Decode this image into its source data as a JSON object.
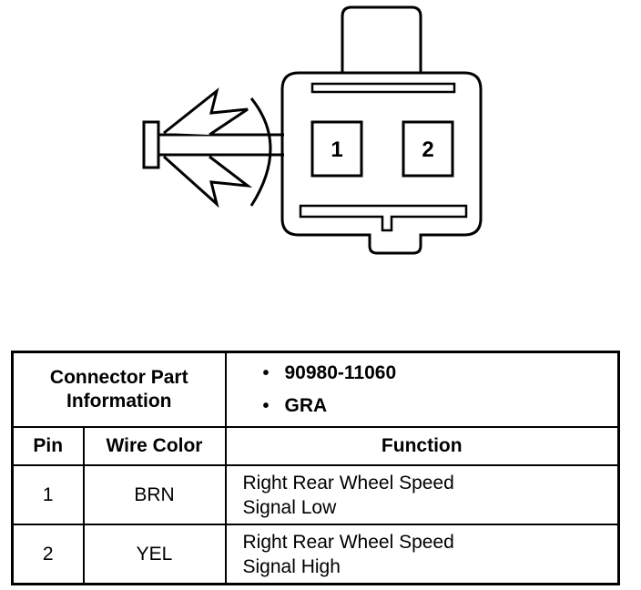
{
  "connector": {
    "pin_labels": [
      "1",
      "2"
    ]
  },
  "part_info": {
    "header_line1": "Connector Part",
    "header_line2": "Information",
    "items": [
      "90980-11060",
      "GRA"
    ]
  },
  "table": {
    "columns": [
      "Pin",
      "Wire Color",
      "Function"
    ],
    "rows": [
      {
        "pin": "1",
        "wire_color": "BRN",
        "function_line1": "Right Rear Wheel Speed",
        "function_line2": "Signal Low"
      },
      {
        "pin": "2",
        "wire_color": "YEL",
        "function_line1": "Right Rear Wheel Speed",
        "function_line2": "Signal High"
      }
    ]
  }
}
